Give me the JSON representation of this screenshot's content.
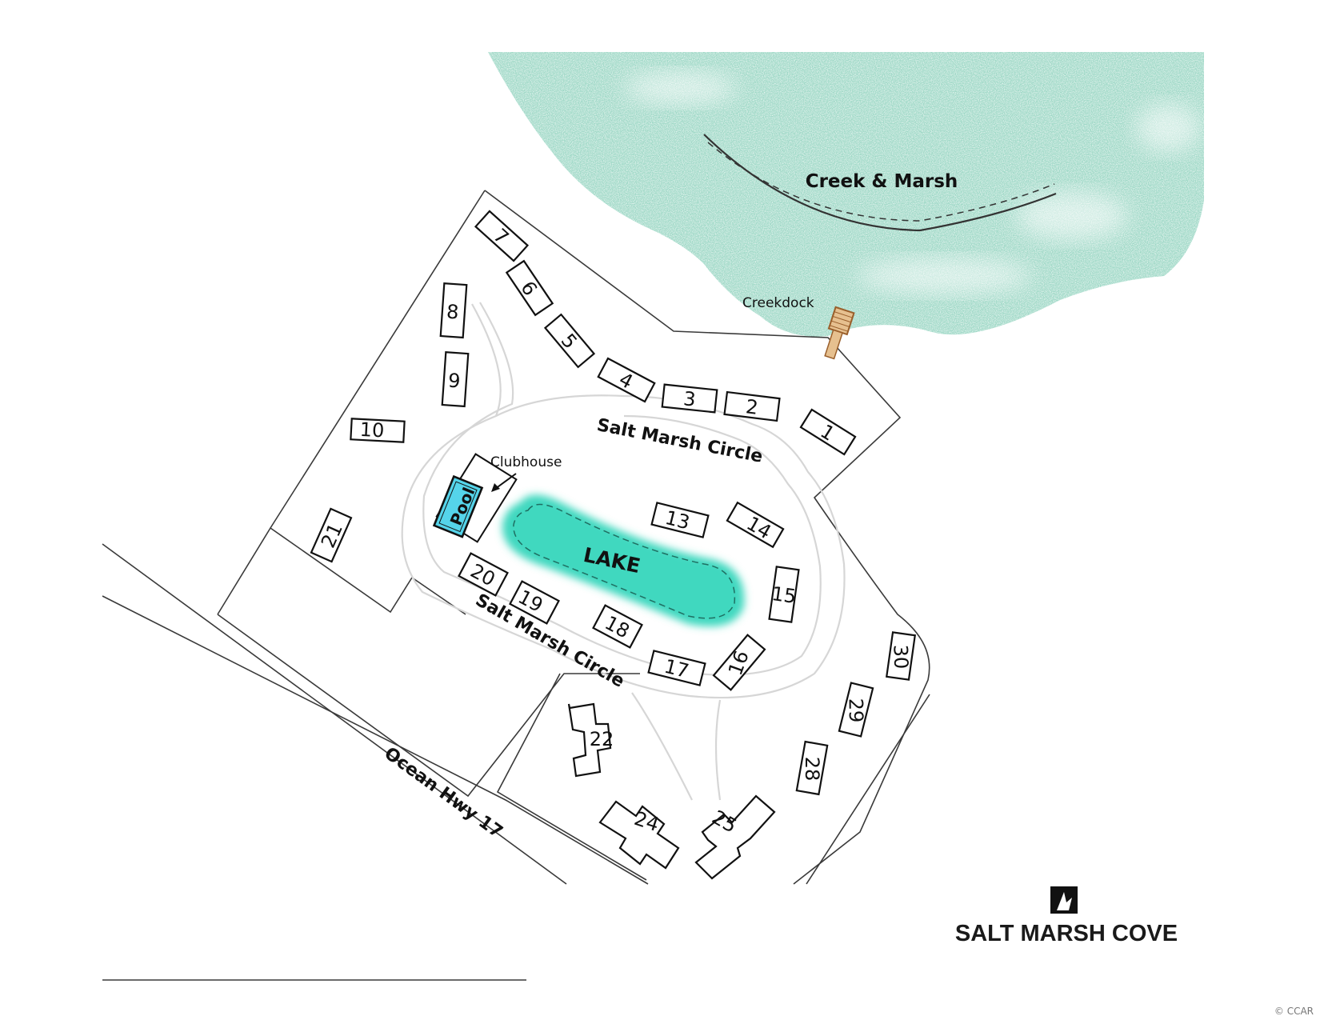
{
  "map": {
    "marsh_label": "Creek & Marsh",
    "dock_label": "Creekdock",
    "street_upper": "Salt Marsh Circle",
    "street_lower": "Salt Marsh Circle",
    "highway_label": "Ocean Hwy 17",
    "clubhouse_label": "Clubhouse",
    "pool_label": "Pool",
    "lake_label": "LAKE",
    "logo_text": "SALT MARSH COVE",
    "copyright": "© CCAR",
    "colors": {
      "marsh": "#9ed8c6",
      "lake": "#40d8bf",
      "pool": "#55d4ea",
      "dock": "#b5773f"
    },
    "buildings": [
      "1",
      "2",
      "3",
      "4",
      "5",
      "6",
      "7",
      "8",
      "9",
      "10",
      "13",
      "14",
      "15",
      "16",
      "17",
      "18",
      "19",
      "20",
      "21",
      "22",
      "24",
      "25",
      "28",
      "29",
      "30"
    ]
  }
}
